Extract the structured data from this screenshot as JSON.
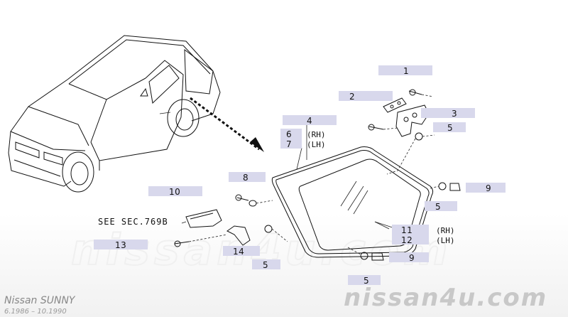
{
  "watermark": {
    "center_text": "nissan4u.com",
    "corner_text": "nissan4u.com"
  },
  "model": {
    "name": "Nissan SUNNY",
    "years": "6.1986 – 10.1990"
  },
  "see_section": "SEE SEC.769B",
  "callouts": [
    {
      "id": "c1",
      "number": "1"
    },
    {
      "id": "c2",
      "number": "2"
    },
    {
      "id": "c3",
      "number": "3"
    },
    {
      "id": "c4",
      "number": "4"
    },
    {
      "id": "c5a",
      "number": "5"
    },
    {
      "id": "c5b",
      "number": "5"
    },
    {
      "id": "c5c",
      "number": "5"
    },
    {
      "id": "c5d",
      "number": "5"
    },
    {
      "id": "c6",
      "number": "6"
    },
    {
      "id": "c7",
      "number": "7"
    },
    {
      "id": "c8",
      "number": "8"
    },
    {
      "id": "c9a",
      "number": "9"
    },
    {
      "id": "c9b",
      "number": "9"
    },
    {
      "id": "c10",
      "number": "10"
    },
    {
      "id": "c11",
      "number": "11"
    },
    {
      "id": "c12",
      "number": "12"
    },
    {
      "id": "c13",
      "number": "13"
    },
    {
      "id": "c14",
      "number": "14"
    }
  ],
  "side_labels": {
    "rh": "(RH)",
    "lh": "(LH)"
  },
  "colors": {
    "callout_box": "#d8d8ec",
    "line": "#111111",
    "watermark": "#cccccc"
  }
}
